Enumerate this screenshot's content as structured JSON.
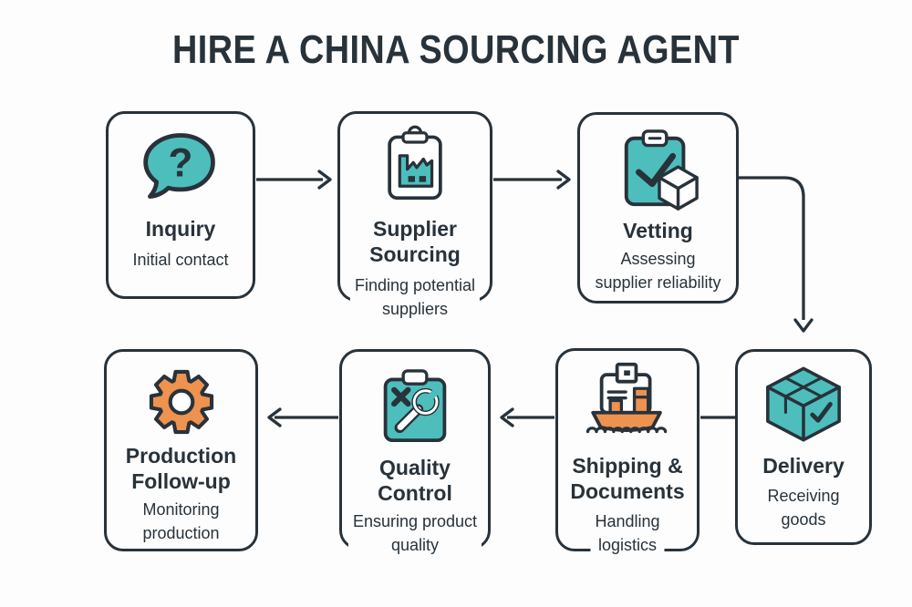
{
  "title": "HIRE A CHINA SOURCING AGENT",
  "colors": {
    "teal": "#4dbebc",
    "orange": "#ee9250",
    "ink": "#28323a",
    "background": "#fdfdfd"
  },
  "icons": {
    "question_mark": "?"
  },
  "steps": [
    {
      "id": 1,
      "icon": "question-speech-bubble-icon",
      "title": "Inquiry",
      "subtitle": "Initial contact"
    },
    {
      "id": 2,
      "icon": "clipboard-factory-icon",
      "title": "Supplier\nSourcing",
      "subtitle": "Finding potential\nsuppliers"
    },
    {
      "id": 3,
      "icon": "clipboard-check-cube-icon",
      "title": "Vetting",
      "subtitle": "Assessing\nsupplier reliability"
    },
    {
      "id": 4,
      "icon": "delivery-box-check-icon",
      "title": "Delivery",
      "subtitle": "Receiving\ngoods"
    },
    {
      "id": 5,
      "icon": "cargo-ship-documents-icon",
      "title": "Shipping &\nDocuments",
      "subtitle": "Handling\nlogistics"
    },
    {
      "id": 6,
      "icon": "clipboard-x-wrench-icon",
      "title": "Quality\nControl",
      "subtitle": "Ensuring product\nquality"
    },
    {
      "id": 7,
      "icon": "gear-icon",
      "title": "Production\nFollow-up",
      "subtitle": "Monitoring\nproduction"
    }
  ],
  "connections": [
    {
      "from": "Inquiry",
      "to": "Supplier Sourcing"
    },
    {
      "from": "Supplier Sourcing",
      "to": "Vetting"
    },
    {
      "from": "Vetting",
      "to": "Delivery"
    },
    {
      "from": "Delivery",
      "to": "Shipping & Documents"
    },
    {
      "from": "Shipping & Documents",
      "to": "Quality Control"
    },
    {
      "from": "Quality Control",
      "to": "Production Follow-up"
    }
  ]
}
